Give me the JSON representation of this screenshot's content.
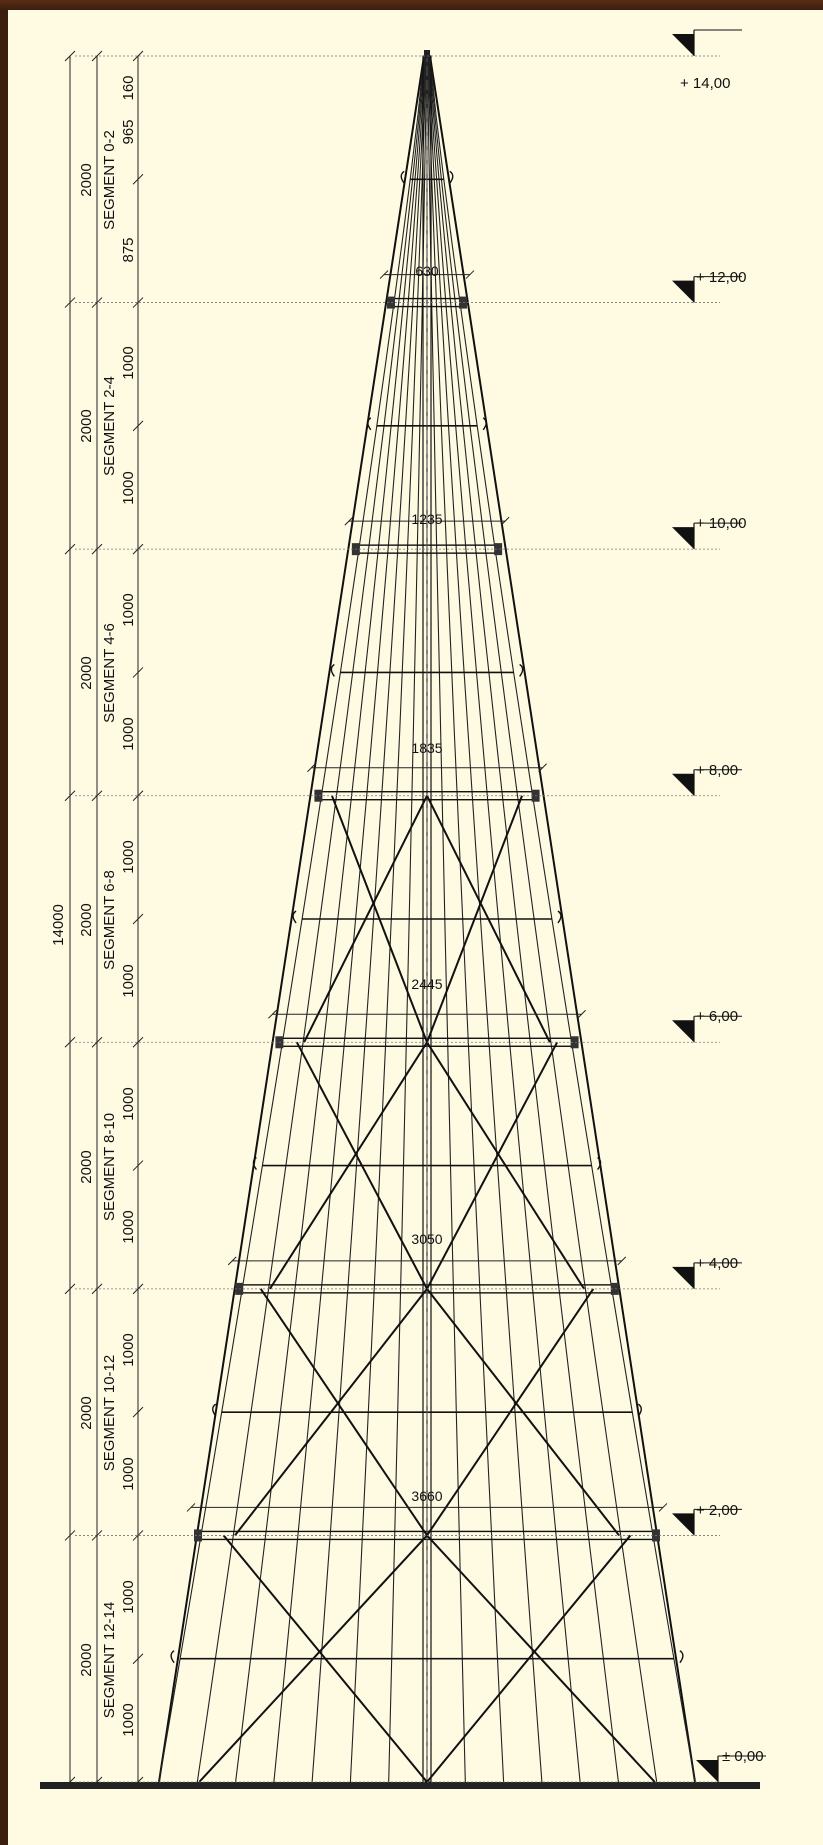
{
  "drawing": {
    "total_height": "14000",
    "levels": [
      "± 0,00",
      "+ 2,00",
      "+ 4,00",
      "+ 6,00",
      "+ 8,00",
      "+ 10,00",
      "+ 12,00",
      "+ 14,00"
    ],
    "widths": [
      "3660",
      "3050",
      "2445",
      "1835",
      "1235",
      "630"
    ],
    "segments": [
      {
        "name": "SEGMENT 12-14",
        "length": "2000",
        "subdivisions": [
          "1000",
          "1000"
        ]
      },
      {
        "name": "SEGMENT 10-12",
        "length": "2000",
        "subdivisions": [
          "1000",
          "1000"
        ]
      },
      {
        "name": "SEGMENT 8-10",
        "length": "2000",
        "subdivisions": [
          "1000",
          "1000"
        ]
      },
      {
        "name": "SEGMENT 6-8",
        "length": "2000",
        "subdivisions": [
          "1000",
          "1000"
        ]
      },
      {
        "name": "SEGMENT 4-6",
        "length": "2000",
        "subdivisions": [
          "1000",
          "1000"
        ]
      },
      {
        "name": "SEGMENT 2-4",
        "length": "2000",
        "subdivisions": [
          "1000",
          "1000"
        ]
      },
      {
        "name": "SEGMENT 0-2",
        "length": "2000",
        "subdivisions": [
          "875",
          "965",
          "160"
        ]
      }
    ]
  }
}
